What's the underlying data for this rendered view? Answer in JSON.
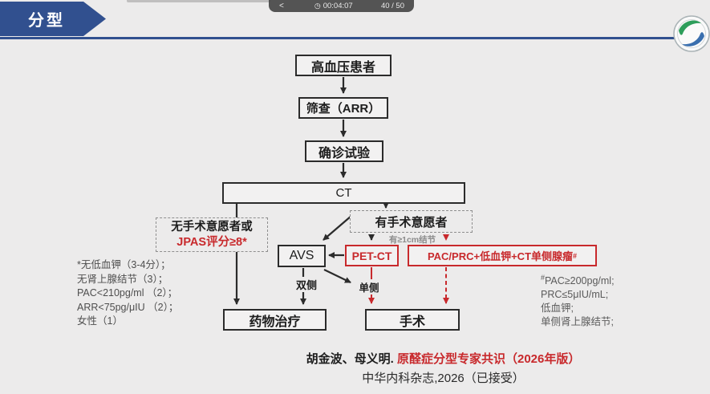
{
  "header": {
    "title": "分型"
  },
  "toolbar": {
    "back": "<",
    "clock_icon": "◷",
    "time": "00:04:07",
    "page": "40 / 50"
  },
  "flowchart": {
    "hypertension": "高血压患者",
    "screening": "筛查（ARR）",
    "confirm": "确诊试验",
    "ct": "CT",
    "no_surgery_line1": "无手术意愿者或",
    "no_surgery_line2": "JPAS评分≥8*",
    "surgery_willing": "有手术意愿者",
    "nodule_note": "有≥1cm结节",
    "avs": "AVS",
    "petct": "PET-CT",
    "pac_main": "PAC/PRC+低血钾+CT单侧腺瘤",
    "pac_sup": "#",
    "bilateral": "双侧",
    "unilateral": "单侧",
    "medication": "药物治疗",
    "surgery": "手术"
  },
  "left_note": {
    "lines": [
      "*无低血钾（3-4分）；",
      "无肾上腺结节（3）；",
      "PAC<210pg/ml （2）；",
      "ARR<75pg/μIU （2）；",
      "女性（1）"
    ]
  },
  "right_note": {
    "sup": "#",
    "lines": [
      "PAC≥200pg/ml;",
      "PRC≤5μIU/mL;",
      "低血钾;",
      "单侧肾上腺结节;"
    ]
  },
  "citation": {
    "authors": "胡金波、母义明. ",
    "title_red": "原醛症分型专家共识（2026年版）",
    "line2": "中华内科杂志,2026（已接受）"
  },
  "colors": {
    "accent_blue": "#31508f",
    "red": "#c8292c",
    "background": "#ecebeb"
  }
}
